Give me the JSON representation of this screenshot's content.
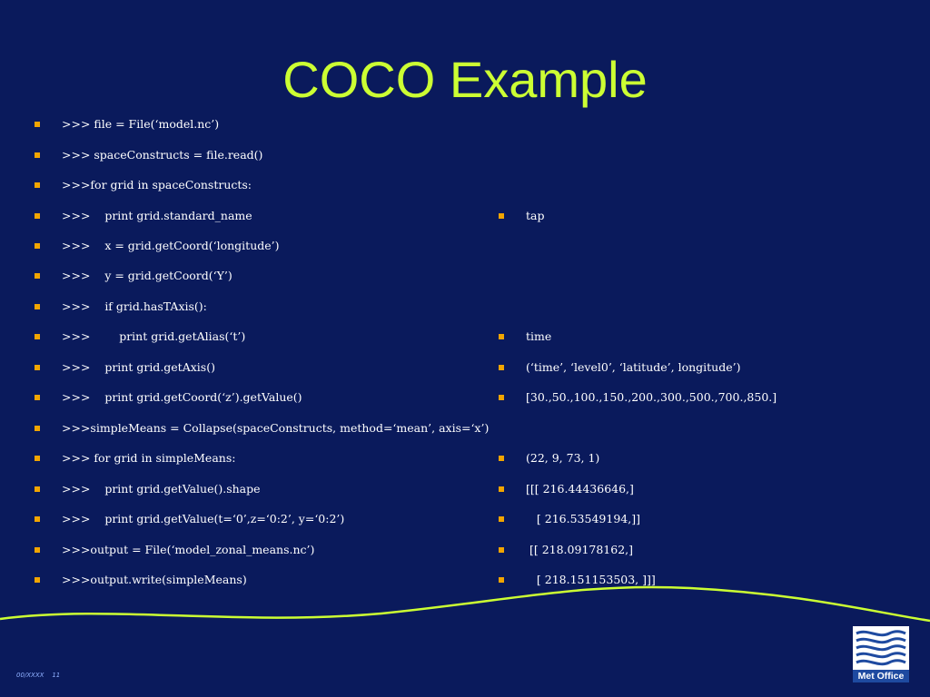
{
  "slide": {
    "title": "COCO Example",
    "footer": "00/XXXX    11",
    "logo_text": "Met Office"
  },
  "left_items": [
    ">>> file = File(‘model.nc’)",
    ">>> spaceConstructs = file.read()",
    ">>>for grid in spaceConstructs:",
    ">>>    print grid.standard_name",
    ">>>    x = grid.getCoord(‘longitude’)",
    ">>>    y = grid.getCoord(‘Y’)",
    ">>>    if grid.hasTAxis():",
    ">>>        print grid.getAlias(‘t’)",
    ">>>    print grid.getAxis()",
    ">>>    print grid.getCoord(‘z’).getValue()",
    ">>>simpleMeans = Collapse(spaceConstructs, method=‘mean’, axis=‘x’)",
    ">>> for grid in simpleMeans:",
    ">>>    print grid.getValue().shape",
    ">>>    print grid.getValue(t=‘0’,z=‘0:2’, y=‘0:2’)",
    ">>>output = File(‘model_zonal_means.nc’)",
    ">>>output.write(simpleMeans)"
  ],
  "right_items": [
    "tap",
    "time",
    "(‘time’, ‘level0’, ‘latitude’, longitude’)",
    "[30.,50.,100.,150.,200.,300.,500.,700.,850.]",
    "(22, 9, 73, 1)",
    "[[[ 216.44436646,]",
    "   [ 216.53549194,]]",
    " [[ 218.09178162,]",
    "   [ 218.151153503, ]]]"
  ],
  "colors": {
    "background": "#0a1a5c",
    "title": "#ccff33",
    "bullet": "#f2a500",
    "text": "#ffffff",
    "wave": "#ccff33",
    "logo_blue": "#1e4aa0"
  }
}
